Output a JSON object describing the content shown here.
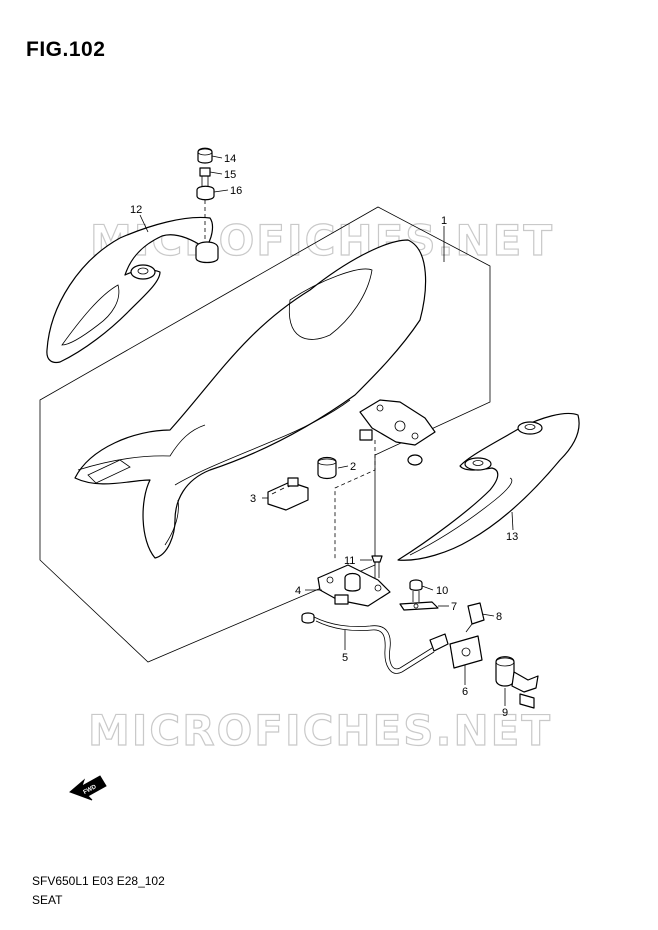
{
  "header": {
    "figure": "FIG.102"
  },
  "footer": {
    "model_code": "SFV650L1 E03 E28_102",
    "section": "SEAT"
  },
  "watermark": {
    "text": "MICROFICHES.NET"
  },
  "arrow": {
    "label": "FWD"
  },
  "callouts": {
    "c1": "1",
    "c2": "2",
    "c3": "3",
    "c4": "4",
    "c5": "5",
    "c6": "6",
    "c7": "7",
    "c8": "8",
    "c9": "9",
    "c10": "10",
    "c11": "11",
    "c12": "12",
    "c13": "13",
    "c14": "14",
    "c15": "15",
    "c16": "16"
  }
}
